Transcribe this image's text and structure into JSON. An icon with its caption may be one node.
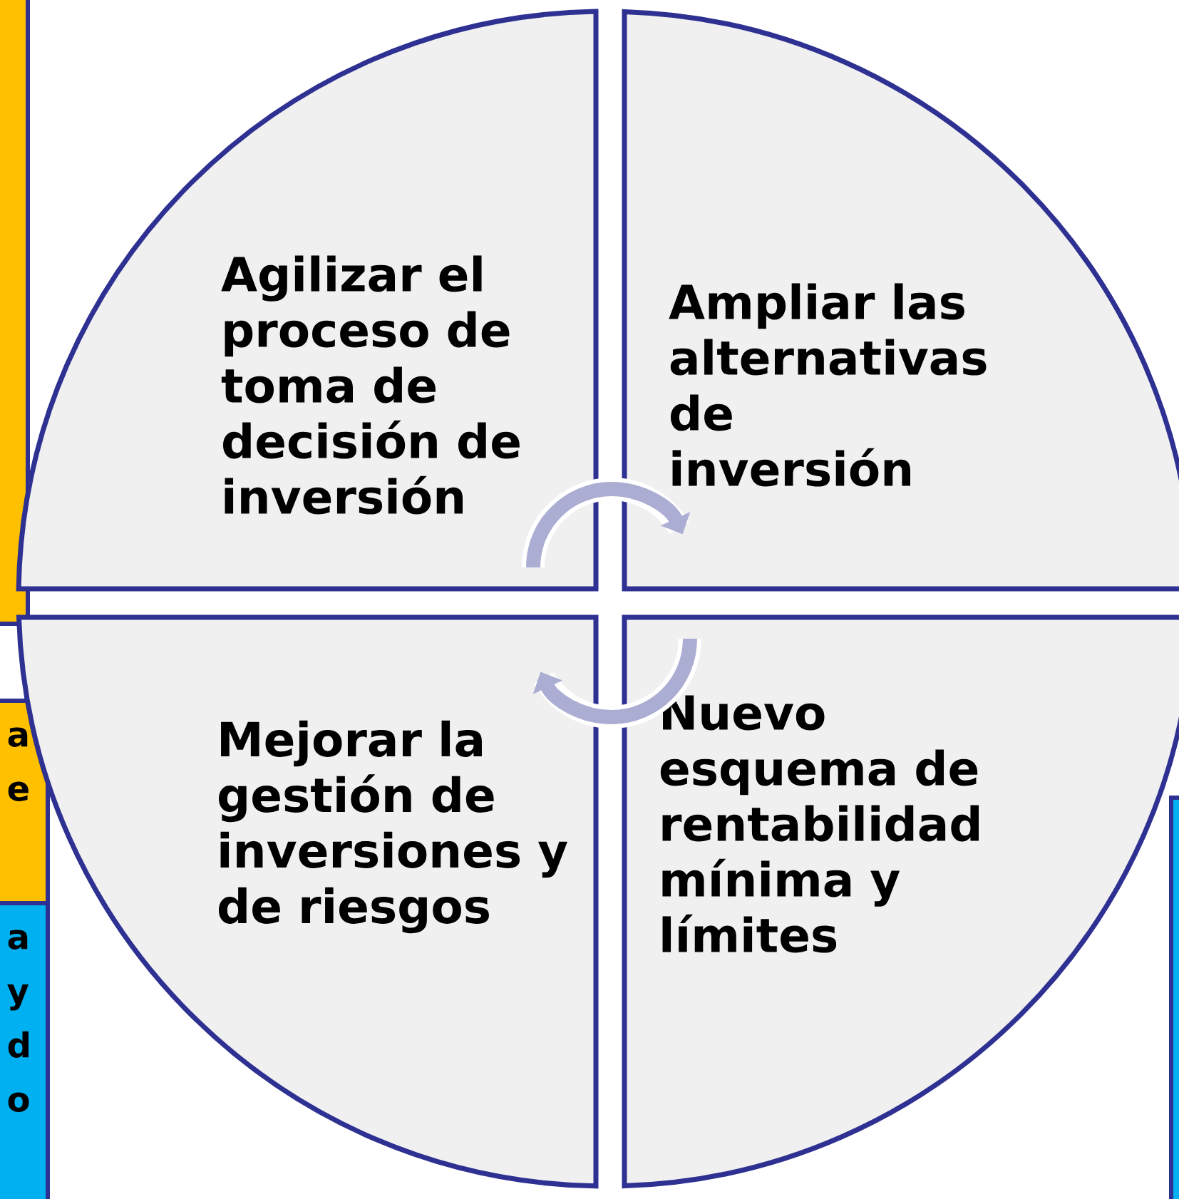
{
  "diagram": {
    "nodes": [
      {
        "text": [
          "Agilizar el proceso de toma de decisión de inversión"
        ]
      },
      {
        "text": [
          "Ampliar las alternativas de inversión"
        ]
      },
      {
        "text": [
          "Mejorar la gestión de inversiones y de riesgos"
        ]
      },
      {
        "text": [
          "Nuevo esquema de rentabilidad mínima y límites"
        ]
      },
      {
        "text": [],
        "shape": "box"
      },
      {
        "text": [
          "a e"
        ]
      },
      {
        "text": [
          "a y d o"
        ]
      },
      {
        "text": [],
        "shape": "box"
      }
    ],
    "edges": [
      {
        "from": 0,
        "to": 1,
        "arrow": "to"
      },
      {
        "from": 3,
        "to": 2,
        "arrow": "to"
      }
    ]
  }
}
